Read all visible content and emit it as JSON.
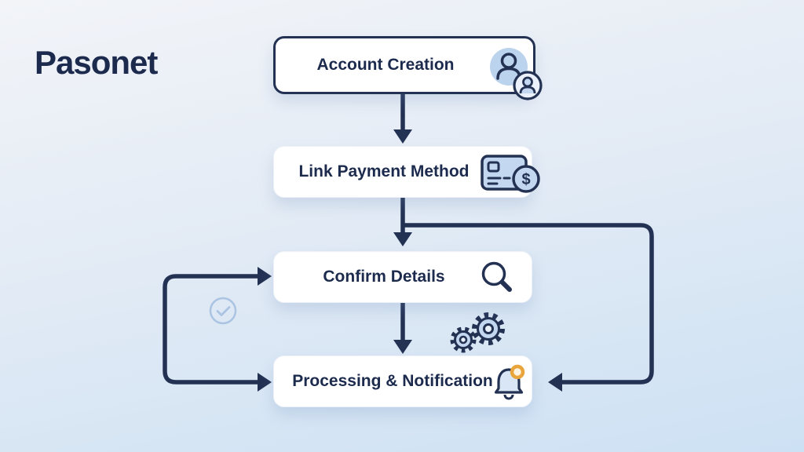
{
  "brand": {
    "name": "Pasonet"
  },
  "colors": {
    "arrow": "#233153",
    "navy": "#233153",
    "node_background": "#ffffff",
    "node_border_dark": "#233153",
    "icon_fill": "#c3d8f0",
    "icon_fill_light": "#eaf1fa",
    "accent_orange": "#e9a53c",
    "check_blue": "#aac4e2",
    "background_top": "#f2f4f8",
    "background_bottom": "#cde1f4",
    "text": "#1c2b4d"
  },
  "flow": {
    "nodes": [
      {
        "id": "account-creation",
        "label": "Account Creation",
        "icon": "user-group-icon"
      },
      {
        "id": "link-payment-method",
        "label": "Link Payment Method",
        "icon": "credit-card-dollar-icon"
      },
      {
        "id": "confirm-details",
        "label": "Confirm Details",
        "icon": "magnifier-icon"
      },
      {
        "id": "processing-notification",
        "label": "Processing & Notification",
        "icon": "bell-icon"
      }
    ],
    "edges": [
      {
        "from": "account-creation",
        "to": "link-payment-method",
        "route": "straight-down"
      },
      {
        "from": "link-payment-method",
        "to": "confirm-details",
        "route": "straight-down"
      },
      {
        "from": "link-payment-method",
        "to": "processing-notification",
        "route": "around-right-side"
      },
      {
        "from": "left-loop",
        "to": "confirm-details",
        "route": "from-left"
      },
      {
        "from": "left-loop",
        "to": "processing-notification",
        "route": "from-left"
      },
      {
        "from": "confirm-details",
        "to": "processing-notification",
        "route": "straight-down"
      }
    ],
    "decorations": [
      {
        "icon": "check-circle-icon"
      },
      {
        "icon": "gears-icon"
      }
    ]
  },
  "icons": {
    "dollar_symbol": "$"
  }
}
